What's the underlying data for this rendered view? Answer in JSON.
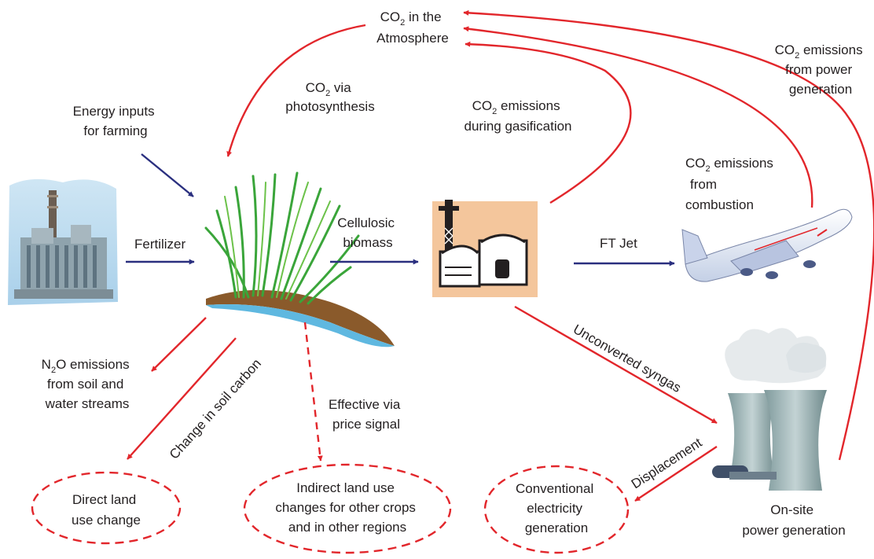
{
  "colors": {
    "red_arrow": "#e2262b",
    "blue_arrow": "#2a2f7f",
    "text": "#231f20",
    "grass": "#3aa53a",
    "soil": "#8a5a2b",
    "plane_body": "#e8eef8",
    "tower": "#9fb2b5",
    "smoke": "#e6eaec"
  },
  "nodes": {
    "coal_plant": "coal-power-plant-icon",
    "switchgrass": "switchgrass-biomass-icon",
    "gasifier": "gasification-plant-icon",
    "airplane": "jet-airplane-icon",
    "cooling_towers": "cooling-towers-icon"
  },
  "labels": {
    "atmosphere": {
      "pre": "CO",
      "sub": "2",
      "post": " in the",
      "line2": "Atmosphere"
    },
    "photosynthesis": {
      "pre": "CO",
      "sub": "2",
      "post": " via",
      "line2": "photosynthesis"
    },
    "gasification": {
      "pre": "CO",
      "sub": "2",
      "post": " emissions",
      "line2": "during gasification"
    },
    "power_gen": {
      "pre": "CO",
      "sub": "2",
      "post": " emissions",
      "line2": "from power",
      "line3": "generation"
    },
    "combustion": {
      "pre": "CO",
      "sub": "2",
      "post": " emissions",
      "line2": "from",
      "line3": "combustion"
    },
    "energy_inputs": {
      "line1": "Energy inputs",
      "line2": "for farming"
    },
    "fertilizer": "Fertilizer",
    "cellulosic": {
      "line1": "Cellulosic",
      "line2": "biomass"
    },
    "ft_jet": "FT Jet",
    "n2o": {
      "pre": "N",
      "sub": "2",
      "post": "O emissions",
      "line2": "from soil and",
      "line3": "water streams"
    },
    "soil_carbon": "Change in soil carbon",
    "price_signal": {
      "line1": "Effective via",
      "line2": "price signal"
    },
    "syngas": "Unconverted syngas",
    "displacement": "Displacement",
    "onsite": {
      "line1": "On-site",
      "line2": "power generation"
    }
  },
  "outcomes": {
    "direct": {
      "line1": "Direct land",
      "line2": "use change"
    },
    "indirect": {
      "line1": "Indirect land use",
      "line2": "changes for other crops",
      "line3": "and in other regions"
    },
    "conventional": {
      "line1": "Conventional",
      "line2": "electricity",
      "line3": "generation"
    }
  }
}
